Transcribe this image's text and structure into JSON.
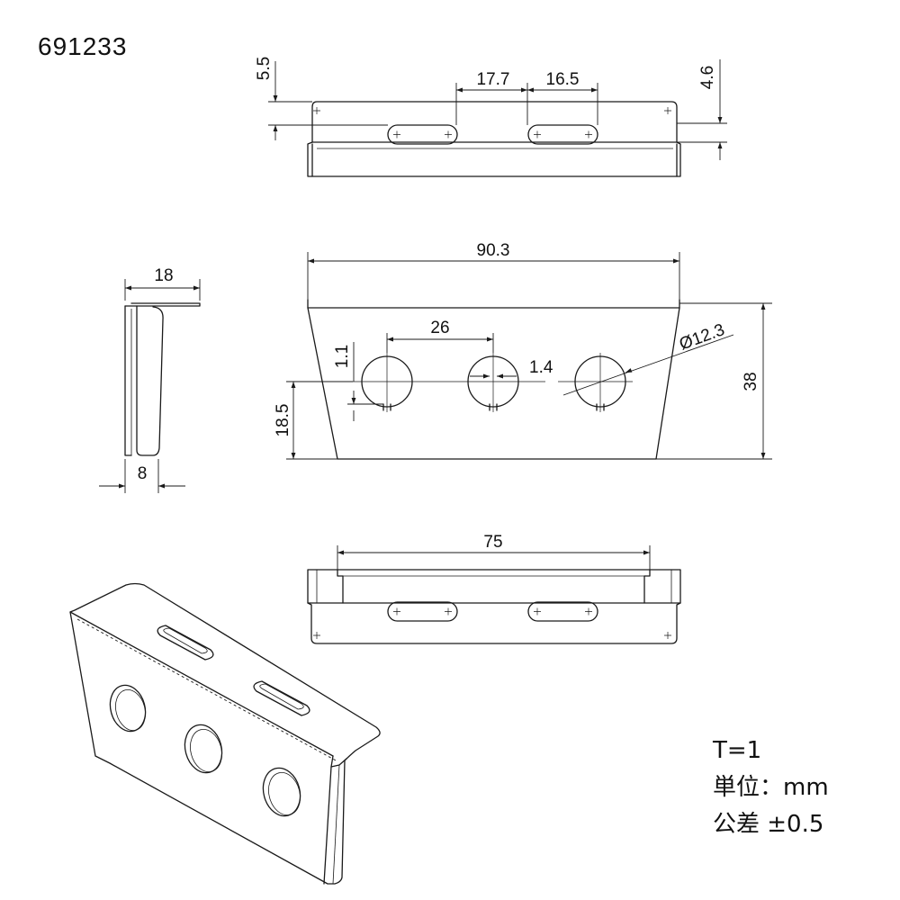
{
  "part_number": "691233",
  "dimensions": {
    "top_height_left": "5.5",
    "top_gap_left": "17.7",
    "top_gap_right": "16.5",
    "top_height_right": "4.6",
    "front_width": "90.3",
    "front_height": "38",
    "hole_pitch": "26",
    "notch_width": "1.1",
    "notch_gap": "1.4",
    "hole_diameter": "Ø12.3",
    "hole_center_height": "18.5",
    "side_depth_top": "18",
    "side_depth_bottom": "8",
    "bottom_width": "75"
  },
  "notes": {
    "thickness": "T=1",
    "unit": "単位：mm",
    "tolerance": "公差 ±0.5"
  }
}
